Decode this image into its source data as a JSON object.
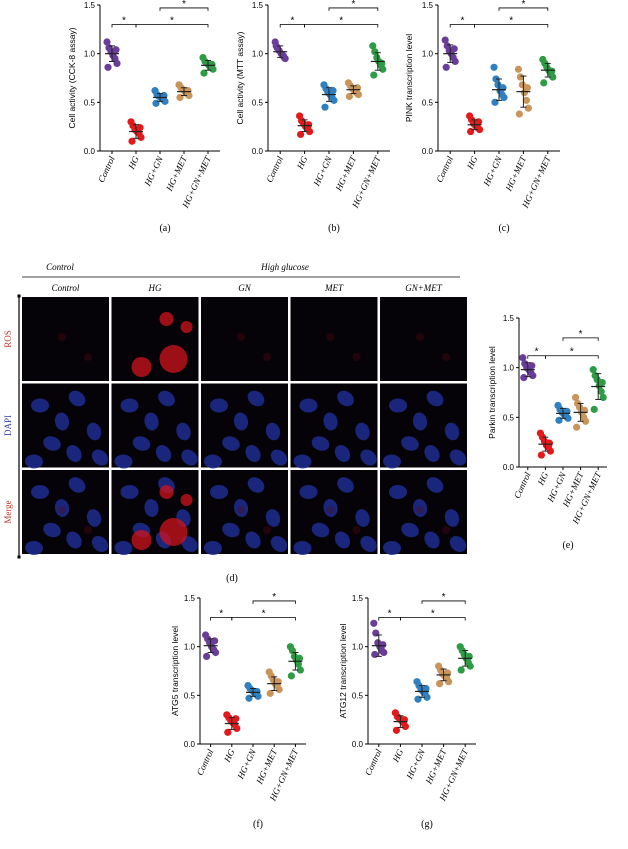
{
  "colors": {
    "Control": "#6a3d9a",
    "HG": "#e31a1c",
    "HG+GN": "#2f7fc1",
    "HG+MET": "#c9955a",
    "HG+GN+MET": "#2e9b45"
  },
  "chart_data": [
    {
      "id": "a",
      "panel_label": "(a)",
      "type": "scatter",
      "ylabel": "Cell activity (CCK-8 assay)",
      "ylim": [
        0,
        1.5
      ],
      "yticks": [
        "0.0",
        "0.5",
        "1.0",
        "1.5"
      ],
      "categories": [
        "Control",
        "HG",
        "HG+GN",
        "HG+MET",
        "HG+GN+MET"
      ],
      "significance": [
        "*",
        "*",
        "*"
      ],
      "series": [
        {
          "values": [
            1.12,
            1.06,
            1.02,
            0.98,
            0.95,
            0.9,
            0.86,
            1.04
          ],
          "mean": 1.0,
          "sd": 0.08
        },
        {
          "values": [
            0.3,
            0.26,
            0.22,
            0.2,
            0.18,
            0.14,
            0.1,
            0.24
          ],
          "mean": 0.2,
          "sd": 0.07
        },
        {
          "values": [
            0.62,
            0.58,
            0.56,
            0.55,
            0.53,
            0.51,
            0.49,
            0.57
          ],
          "mean": 0.55,
          "sd": 0.04
        },
        {
          "values": [
            0.68,
            0.65,
            0.63,
            0.61,
            0.59,
            0.57,
            0.55,
            0.62
          ],
          "mean": 0.61,
          "sd": 0.04
        },
        {
          "values": [
            0.96,
            0.92,
            0.9,
            0.88,
            0.86,
            0.84,
            0.8,
            0.89
          ],
          "mean": 0.88,
          "sd": 0.05
        }
      ]
    },
    {
      "id": "b",
      "panel_label": "(b)",
      "type": "scatter",
      "ylabel": "Cell activity (MTT assay)",
      "ylim": [
        0,
        1.5
      ],
      "yticks": [
        "0.0",
        "0.5",
        "1.0",
        "1.5"
      ],
      "categories": [
        "Control",
        "HG",
        "HG+GN",
        "HG+MET",
        "HG+GN+MET"
      ],
      "significance": [
        "*",
        "*",
        "*"
      ],
      "series": [
        {
          "values": [
            1.12,
            1.06,
            1.03,
            1.0,
            0.98,
            0.95,
            1.08,
            0.96
          ],
          "mean": 1.02,
          "sd": 0.06
        },
        {
          "values": [
            0.36,
            0.31,
            0.28,
            0.25,
            0.23,
            0.2,
            0.17,
            0.27
          ],
          "mean": 0.26,
          "sd": 0.06
        },
        {
          "values": [
            0.68,
            0.64,
            0.6,
            0.58,
            0.55,
            0.52,
            0.45,
            0.62
          ],
          "mean": 0.58,
          "sd": 0.07
        },
        {
          "values": [
            0.7,
            0.67,
            0.64,
            0.62,
            0.6,
            0.58,
            0.56,
            0.65
          ],
          "mean": 0.63,
          "sd": 0.04
        },
        {
          "values": [
            1.08,
            1.02,
            0.96,
            0.92,
            0.88,
            0.84,
            0.78,
            0.9
          ],
          "mean": 0.92,
          "sd": 0.09
        }
      ]
    },
    {
      "id": "c",
      "panel_label": "(c)",
      "type": "scatter",
      "ylabel": "PINK transcription level",
      "ylim": [
        0,
        1.5
      ],
      "yticks": [
        "0.0",
        "0.5",
        "1.0",
        "1.5"
      ],
      "categories": [
        "Control",
        "HG",
        "HG+GN",
        "HG+MET",
        "HG+GN+MET"
      ],
      "significance": [
        "*",
        "*",
        "*"
      ],
      "series": [
        {
          "values": [
            1.14,
            1.08,
            1.03,
            1.0,
            0.96,
            0.92,
            0.86,
            1.05
          ],
          "mean": 1.0,
          "sd": 0.09
        },
        {
          "values": [
            0.36,
            0.32,
            0.28,
            0.26,
            0.24,
            0.22,
            0.2,
            0.3
          ],
          "mean": 0.27,
          "sd": 0.05
        },
        {
          "values": [
            0.86,
            0.74,
            0.68,
            0.62,
            0.58,
            0.55,
            0.5,
            0.65
          ],
          "mean": 0.63,
          "sd": 0.11
        },
        {
          "values": [
            0.84,
            0.76,
            0.68,
            0.6,
            0.52,
            0.44,
            0.38,
            0.65
          ],
          "mean": 0.61,
          "sd": 0.16
        },
        {
          "values": [
            0.94,
            0.9,
            0.86,
            0.83,
            0.8,
            0.76,
            0.7,
            0.82
          ],
          "mean": 0.83,
          "sd": 0.07
        }
      ]
    },
    {
      "id": "e",
      "panel_label": "(e)",
      "type": "scatter",
      "ylabel": "Parkin transcription level",
      "ylim": [
        0,
        1.5
      ],
      "yticks": [
        "0.0",
        "0.5",
        "1.0",
        "1.5"
      ],
      "categories": [
        "Control",
        "HG",
        "HG+GN",
        "HG+MET",
        "HG+GN+MET"
      ],
      "significance": [
        "*",
        "*",
        "*"
      ],
      "series": [
        {
          "values": [
            1.1,
            1.04,
            1.0,
            0.98,
            0.95,
            0.92,
            0.9,
            1.02
          ],
          "mean": 0.98,
          "sd": 0.07
        },
        {
          "values": [
            0.34,
            0.3,
            0.26,
            0.22,
            0.2,
            0.16,
            0.12,
            0.24
          ],
          "mean": 0.23,
          "sd": 0.07
        },
        {
          "values": [
            0.62,
            0.58,
            0.55,
            0.53,
            0.51,
            0.49,
            0.47,
            0.56
          ],
          "mean": 0.54,
          "sd": 0.05
        },
        {
          "values": [
            0.7,
            0.64,
            0.6,
            0.55,
            0.5,
            0.46,
            0.4,
            0.57
          ],
          "mean": 0.55,
          "sd": 0.09
        },
        {
          "values": [
            0.98,
            0.92,
            0.88,
            0.82,
            0.76,
            0.7,
            0.58,
            0.85
          ],
          "mean": 0.81,
          "sd": 0.13
        }
      ]
    },
    {
      "id": "f",
      "panel_label": "(f)",
      "type": "scatter",
      "ylabel": "ATG5 transcription level",
      "ylim": [
        0,
        1.5
      ],
      "yticks": [
        "0.0",
        "0.5",
        "1.0",
        "1.5"
      ],
      "categories": [
        "Control",
        "HG",
        "HG+GN",
        "HG+MET",
        "HG+GN+MET"
      ],
      "significance": [
        "*",
        "*",
        "*"
      ],
      "series": [
        {
          "values": [
            1.12,
            1.08,
            1.04,
            1.0,
            0.97,
            0.94,
            0.9,
            1.06
          ],
          "mean": 1.01,
          "sd": 0.07
        },
        {
          "values": [
            0.3,
            0.27,
            0.24,
            0.22,
            0.2,
            0.16,
            0.12,
            0.26
          ],
          "mean": 0.21,
          "sd": 0.06
        },
        {
          "values": [
            0.6,
            0.57,
            0.55,
            0.53,
            0.51,
            0.49,
            0.47,
            0.54
          ],
          "mean": 0.53,
          "sd": 0.04
        },
        {
          "values": [
            0.74,
            0.7,
            0.66,
            0.62,
            0.6,
            0.56,
            0.52,
            0.64
          ],
          "mean": 0.62,
          "sd": 0.07
        },
        {
          "values": [
            1.0,
            0.96,
            0.9,
            0.86,
            0.82,
            0.76,
            0.7,
            0.88
          ],
          "mean": 0.85,
          "sd": 0.09
        }
      ]
    },
    {
      "id": "g",
      "panel_label": "(g)",
      "type": "scatter",
      "ylabel": "ATG12 transcription level",
      "ylim": [
        0,
        1.5
      ],
      "yticks": [
        "0.0",
        "0.5",
        "1.0",
        "1.5"
      ],
      "categories": [
        "Control",
        "HG",
        "HG+GN",
        "HG+MET",
        "HG+GN+MET"
      ],
      "significance": [
        "*",
        "*",
        "*"
      ],
      "series": [
        {
          "values": [
            1.24,
            1.14,
            1.04,
            1.0,
            0.96,
            0.94,
            0.92,
            1.02
          ],
          "mean": 1.01,
          "sd": 0.11
        },
        {
          "values": [
            0.32,
            0.28,
            0.26,
            0.24,
            0.22,
            0.18,
            0.14,
            0.25
          ],
          "mean": 0.23,
          "sd": 0.06
        },
        {
          "values": [
            0.64,
            0.6,
            0.56,
            0.54,
            0.52,
            0.48,
            0.46,
            0.57
          ],
          "mean": 0.54,
          "sd": 0.06
        },
        {
          "values": [
            0.8,
            0.76,
            0.72,
            0.7,
            0.68,
            0.64,
            0.62,
            0.73
          ],
          "mean": 0.71,
          "sd": 0.06
        },
        {
          "values": [
            1.0,
            0.96,
            0.92,
            0.88,
            0.84,
            0.8,
            0.76,
            0.9
          ],
          "mean": 0.88,
          "sd": 0.08
        }
      ]
    }
  ],
  "micrograph": {
    "panel_label": "(d)",
    "header_left": "Control",
    "header_group": "High glucose",
    "columns": [
      "Control",
      "HG",
      "GN",
      "MET",
      "GN+MET"
    ],
    "rows": [
      "ROS",
      "DAPI",
      "Merge"
    ]
  }
}
